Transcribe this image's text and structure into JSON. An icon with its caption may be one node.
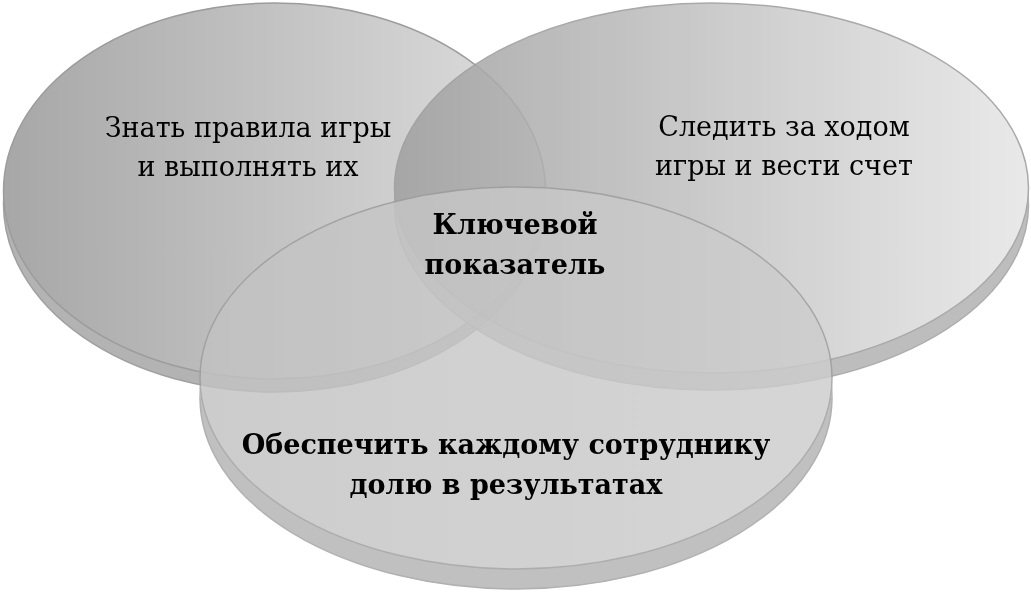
{
  "diagram": {
    "nodes": [
      {
        "text": [
          "Знать правила игры и выполнять их"
        ]
      },
      {
        "text": [
          "Следить за ходом игры и вести счет"
        ]
      },
      {
        "text": [
          "Обеспечить каждому сотруднику долю в результатах"
        ]
      }
    ],
    "labels": [
      "Ключевой показатель"
    ]
  }
}
